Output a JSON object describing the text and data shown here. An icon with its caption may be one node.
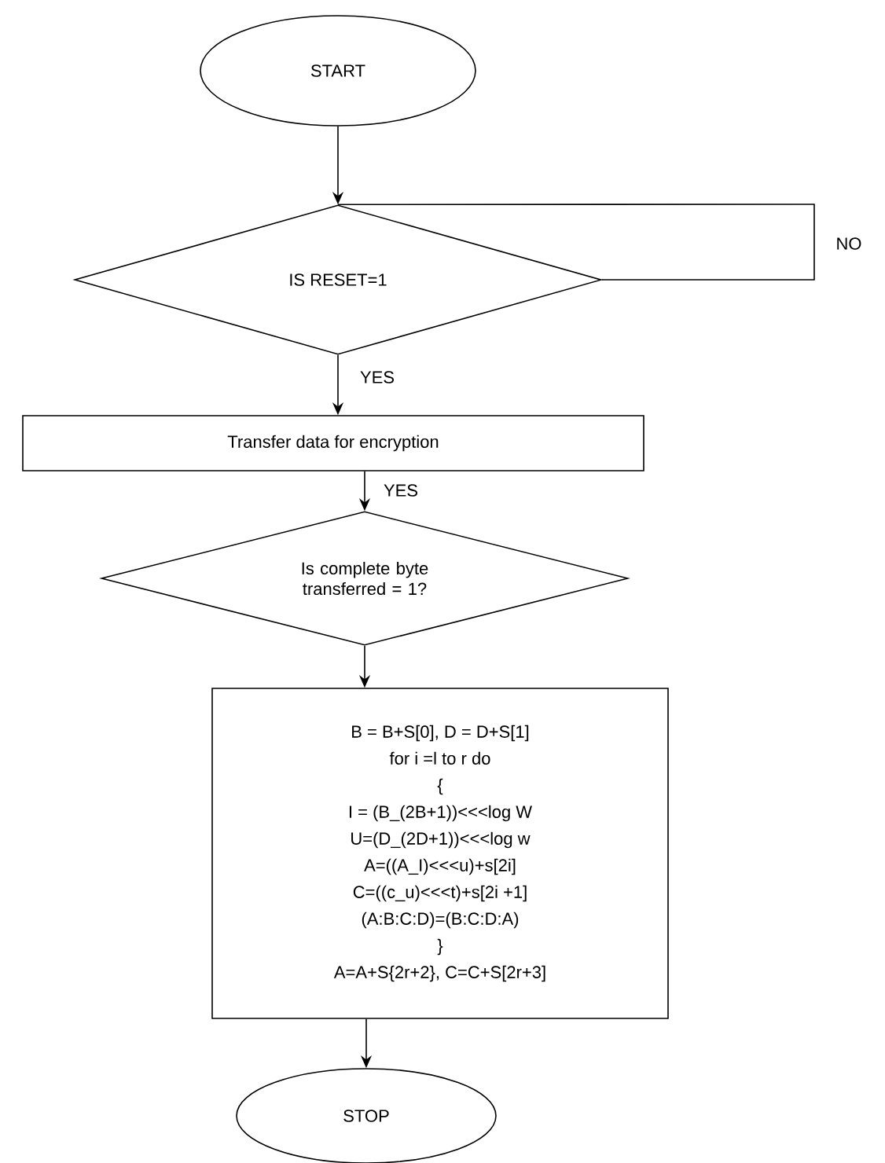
{
  "diagram": {
    "nodes": [
      {
        "text": [
          "START"
        ]
      },
      {
        "text": [
          "IS RESET=1"
        ]
      },
      {
        "text": [
          "Transfer data for encryption"
        ]
      },
      {
        "text": [
          "Is complete byte transferred = 1?"
        ]
      },
      {
        "text": [
          "B = B+S[0], D = D+S[1]",
          "for i =l to r do",
          "{",
          "I = (B_(2B+1))<<<log W",
          "U=(D_(2D+1))<<<log w",
          "A=((A_I)<<<u)+s[2i]",
          "C=((c_u)<<<t)+s[2i +1]",
          "(A:B:C:D)=(B:C:D:A)",
          "}",
          "A=A+S{2r+2}, C=C+S[2r+3]"
        ]
      },
      {
        "text": [
          "STOP"
        ]
      }
    ],
    "edges": [
      {
        "from": 0,
        "to": 1,
        "arrow": "to"
      },
      {
        "from": 1,
        "to": 1,
        "arrow": "none",
        "label": "NO"
      },
      {
        "from": 1,
        "to": 2,
        "arrow": "to",
        "label": "YES"
      },
      {
        "from": 2,
        "to": 3,
        "arrow": "to",
        "label": "YES"
      },
      {
        "from": 3,
        "to": 4,
        "arrow": "to"
      },
      {
        "from": 4,
        "to": 5,
        "arrow": "to"
      }
    ]
  }
}
